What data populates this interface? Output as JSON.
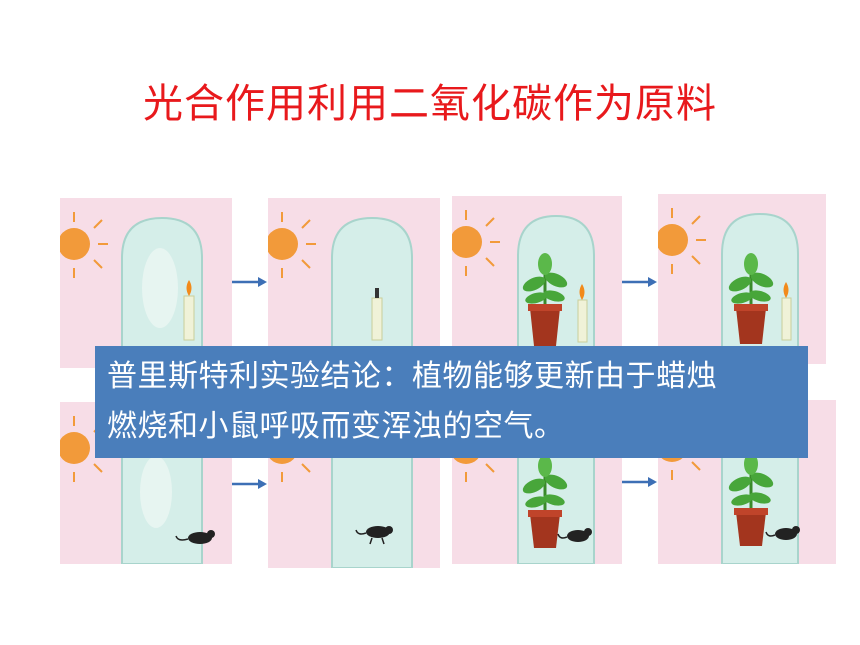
{
  "slide": {
    "title": "光合作用利用二氧化碳作为原料",
    "conclusion_line1": "普里斯特利实验结论：植物能够更新由于蜡烛",
    "conclusion_line2": "燃烧和小鼠呼吸而变浑浊的空气。"
  },
  "colors": {
    "title": "#e8191c",
    "callout_bg": "#4a7ebb",
    "panel_bg": "#f7dde7",
    "arrow": "#3d6fb5",
    "sun": "#f29a3a"
  },
  "experiments": [
    {
      "row": "candle",
      "panels": [
        {
          "contents": [
            "sun-icon",
            "bell-jar",
            "candle-lit"
          ]
        },
        {
          "contents": [
            "sun-icon",
            "bell-jar",
            "candle-out"
          ]
        },
        {
          "contents": [
            "sun-icon",
            "bell-jar",
            "plant-icon",
            "candle-lit"
          ]
        },
        {
          "contents": [
            "sun-icon",
            "bell-jar",
            "plant-icon",
            "candle-lit"
          ]
        }
      ]
    },
    {
      "row": "mouse",
      "panels": [
        {
          "contents": [
            "sun-icon",
            "bell-jar",
            "mouse-alive"
          ]
        },
        {
          "contents": [
            "sun-icon",
            "bell-jar",
            "mouse-dead"
          ]
        },
        {
          "contents": [
            "sun-icon",
            "bell-jar",
            "plant-icon",
            "mouse-alive"
          ]
        },
        {
          "contents": [
            "sun-icon",
            "bell-jar",
            "plant-icon",
            "mouse-alive"
          ]
        }
      ]
    }
  ]
}
